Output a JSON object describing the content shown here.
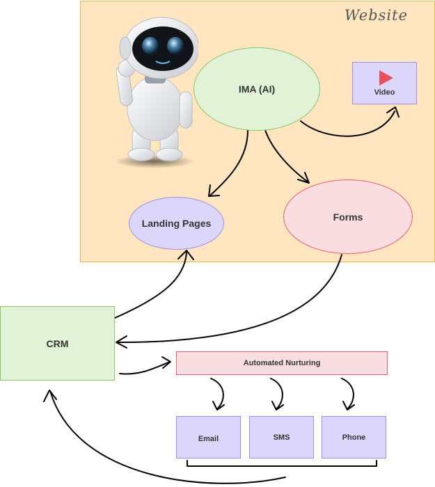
{
  "website": {
    "title": "Website"
  },
  "nodes": {
    "ima": "IMA (AI)",
    "video": "Video",
    "landing_pages": "Landing Pages",
    "forms": "Forms",
    "crm": "CRM",
    "automated_nurturing": "Automated Nurturing",
    "email": "Email",
    "sms": "SMS",
    "phone": "Phone"
  },
  "icons": {
    "video": "play-icon",
    "robot": "robot-icon"
  },
  "colors": {
    "website_bg": "#ffe6c0",
    "green": "#e2f2d6",
    "purple": "#dcd6fb",
    "pink": "#fadde1",
    "play": "#e8505b"
  }
}
